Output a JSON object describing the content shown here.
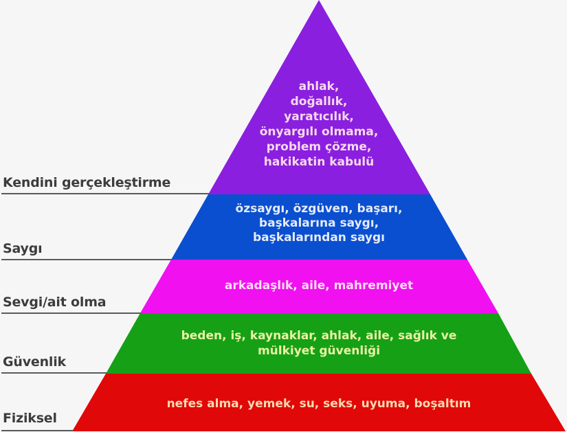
{
  "diagram": {
    "type": "pyramid",
    "levels": [
      {
        "id": "self-actualization",
        "label": "Kendini gerçekleştirme",
        "color": "#8a1fe0",
        "text_color": "#f7d9ec",
        "lines": [
          "ahlak,",
          "doğallık,",
          "yaratıcılık,",
          "önyargılı olmama,",
          "problem çözme,",
          "hakikatin kabulü"
        ]
      },
      {
        "id": "esteem",
        "label": "Saygı",
        "color": "#0a4fd0",
        "text_color": "#e6ebf5",
        "lines": [
          "özsaygı, özgüven, başarı,",
          "başkalarına saygı,",
          "başkalarından saygı"
        ]
      },
      {
        "id": "love-belonging",
        "label": "Sevgi/ait olma",
        "color": "#f010f0",
        "text_color": "#fce0f4",
        "lines": [
          "arkadaşlık, aile, mahremiyet"
        ]
      },
      {
        "id": "safety",
        "label": "Güvenlik",
        "color": "#16a016",
        "text_color": "#eaf2a4",
        "lines": [
          "beden, iş, kaynaklar, ahlak, aile, sağlık ve",
          "mülkiyet güvenliği"
        ]
      },
      {
        "id": "physiological",
        "label": "Fiziksel",
        "color": "#e00808",
        "text_color": "#fcd9b0",
        "lines": [
          "nefes alma, yemek, su, seks, uyuma, boşaltım"
        ]
      }
    ]
  }
}
